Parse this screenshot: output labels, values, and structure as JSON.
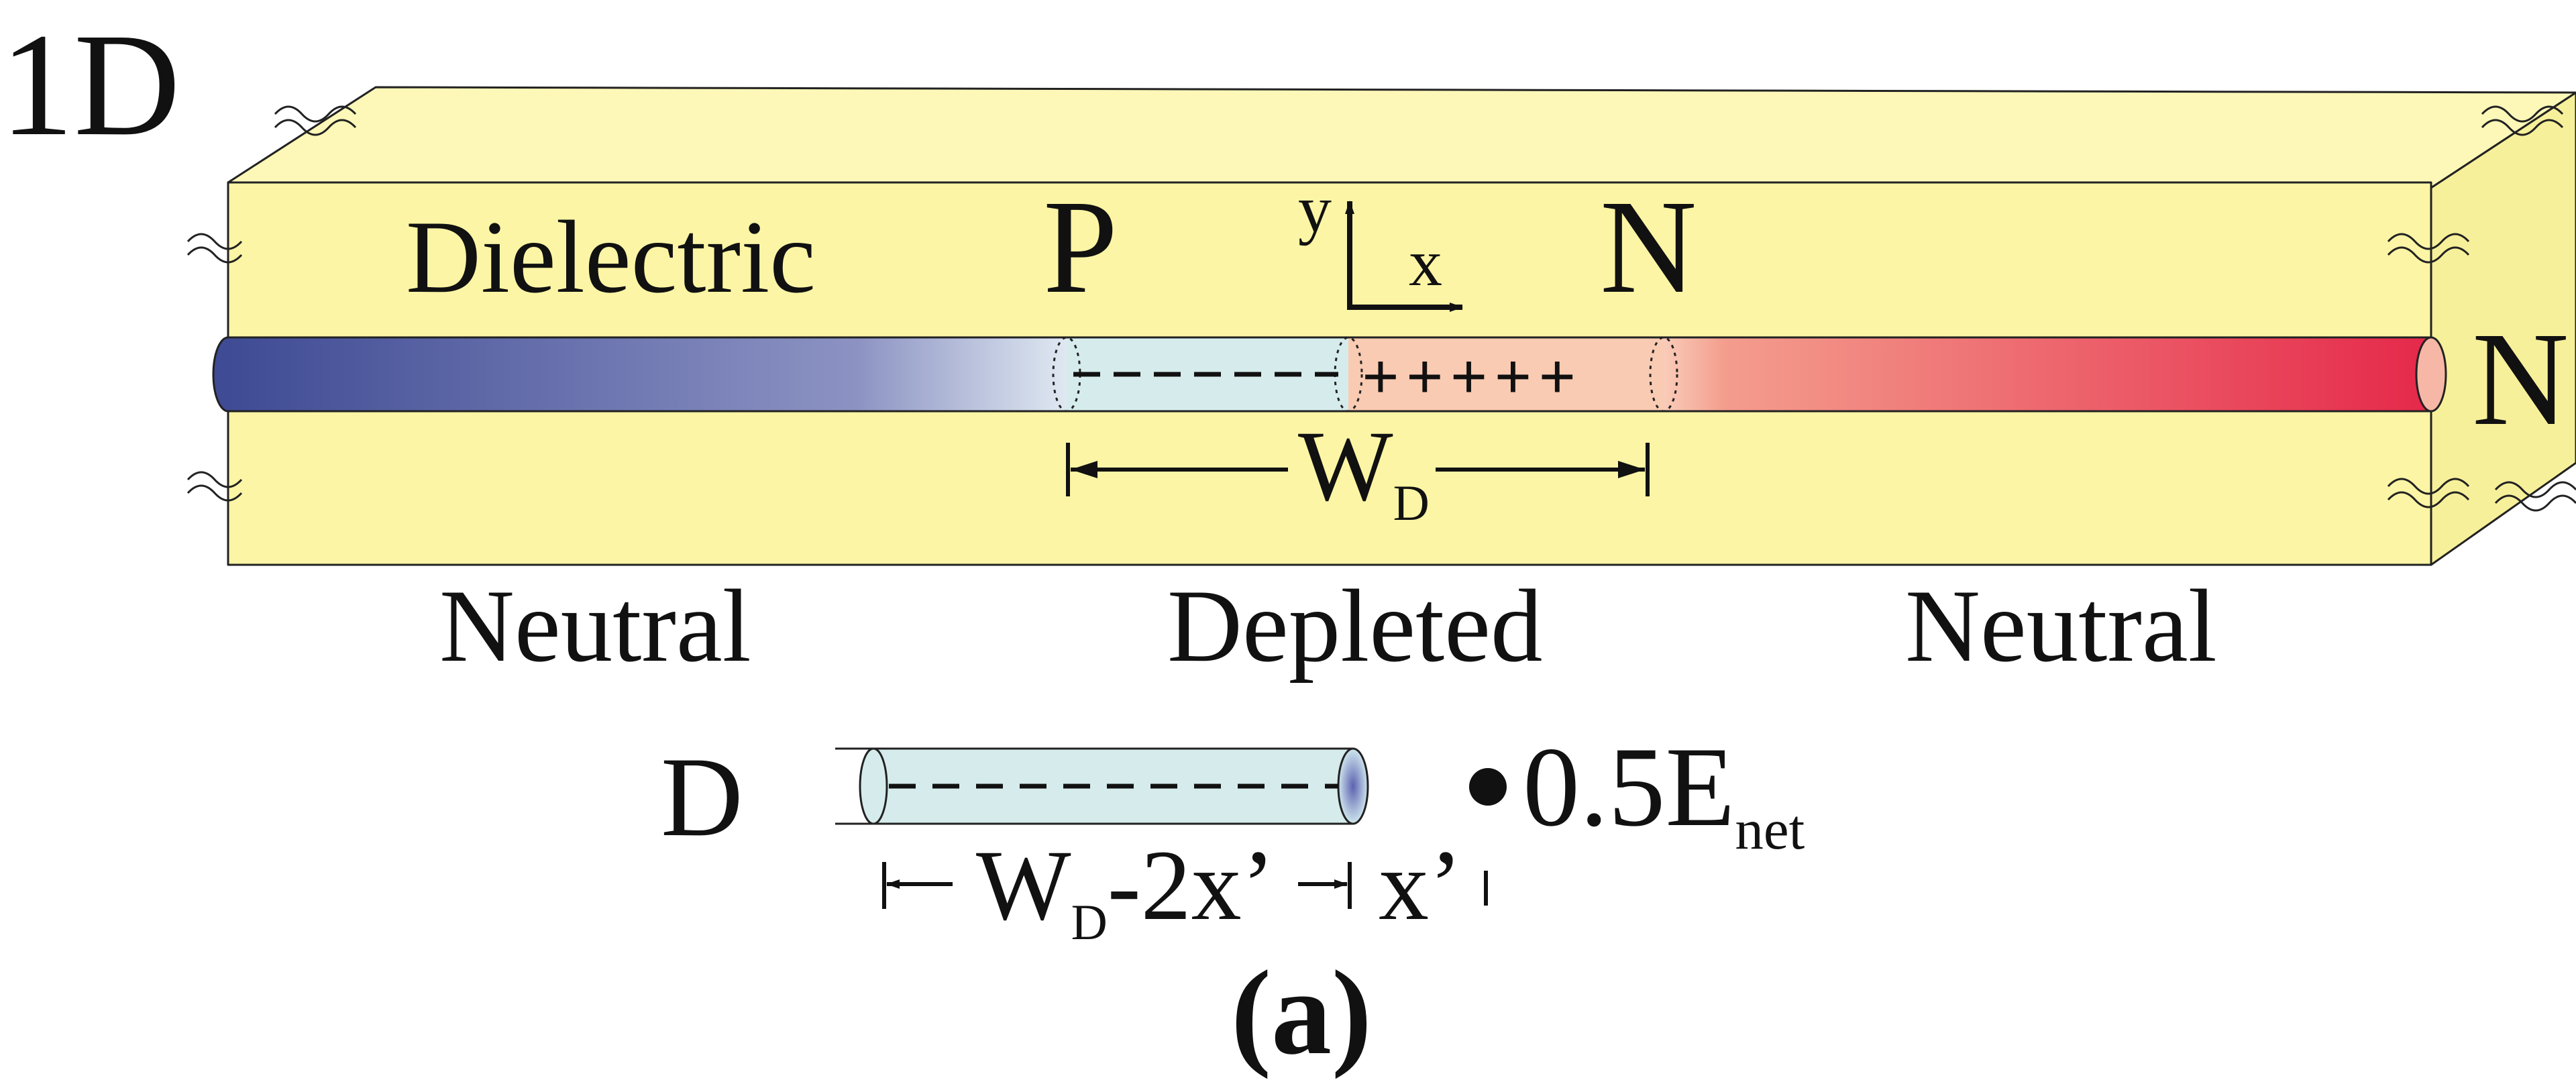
{
  "labels": {
    "dimension": "1D",
    "dielectric": "Dielectric",
    "p_side": "P",
    "n_side": "N",
    "n_end": "N",
    "axis_y": "y",
    "axis_x": "x",
    "charge_minus": "- - - - - -",
    "charge_plus": "+++++",
    "depletion_width_main": "W",
    "depletion_width_sub": "D",
    "region_left": "Neutral",
    "region_center": "Depleted",
    "region_right": "Neutral",
    "lower_label": "D",
    "lower_charges": "- - - - - - - - - -",
    "lower_width_main": "W",
    "lower_width_sub": "D",
    "lower_width_rest": "-2x’",
    "offset_label": "x’",
    "field_prefix": "0.5E",
    "field_sub": "net",
    "caption": "(a)"
  },
  "colors": {
    "slab_fill": "#fbf5a5",
    "slab_top": "#fdf8b8",
    "slab_side": "#f7f09a",
    "outline": "#222222",
    "p_neutral_start": "#3f4b94",
    "p_neutral_end": "#a5aed6",
    "depletion_p": "#d6ecec",
    "depletion_n": "#f9cbb3",
    "n_neutral_start": "#f7c9b6",
    "n_neutral_end": "#e5284a"
  }
}
